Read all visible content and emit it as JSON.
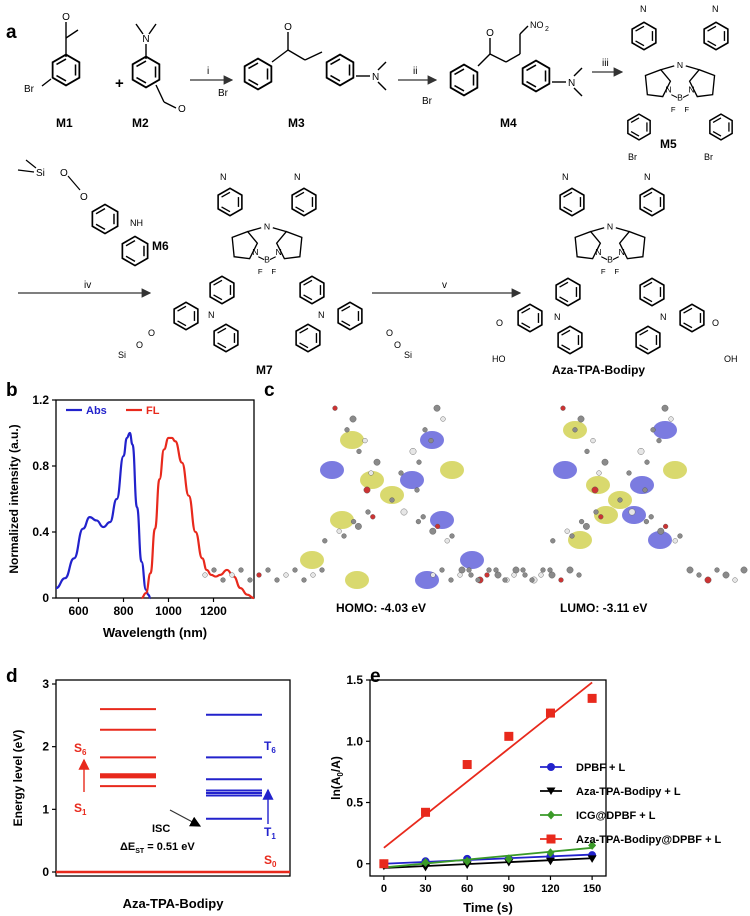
{
  "panels": {
    "a": {
      "letter": "a",
      "compounds": [
        "M1",
        "M2",
        "M3",
        "M4",
        "M5",
        "M6",
        "M7",
        "Aza-TPA-Bodipy"
      ],
      "steps": [
        "i",
        "ii",
        "iii",
        "iv",
        "v"
      ],
      "plus": "+"
    },
    "b": {
      "letter": "b",
      "legend": [
        "Abs",
        "FL"
      ],
      "ylabel": "Normalized intensity (a.u.)",
      "xlabel": "Wavelength (nm)",
      "xticks": [
        "600",
        "800",
        "1000",
        "1200"
      ],
      "yticks": [
        "0",
        "0.4",
        "0.8",
        "1.2"
      ]
    },
    "c": {
      "letter": "c",
      "homo": "HOMO: -4.03 eV",
      "lumo": "LUMO: -3.11 eV"
    },
    "d": {
      "letter": "d",
      "ylabel": "Energy level (eV)",
      "xlabel": "Aza-TPA-Bodipy",
      "yticks": [
        "0",
        "1",
        "2",
        "3"
      ],
      "isc": "ISC",
      "dest": "ΔE",
      "dest_sub": "ST",
      "dest_val": " = 0.51 eV",
      "s6": "S",
      "s6_sub": "6",
      "s1": "S",
      "s1_sub": "1",
      "s0": "S",
      "s0_sub": "0",
      "t6": "T",
      "t6_sub": "6",
      "t1": "T",
      "t1_sub": "1"
    },
    "e": {
      "letter": "e",
      "ylabel": "ln(A",
      "ylabel_sub": "0",
      "ylabel_end": "/A)",
      "xlabel": "Time (s)"
    }
  },
  "colors": {
    "blue": "#2222cc",
    "red": "#e8291c",
    "green": "#3a9a28",
    "black": "#000000"
  },
  "chart_data": [
    {
      "type": "line",
      "panel": "b",
      "xlabel": "Wavelength (nm)",
      "ylabel": "Normalized intensity (a.u.)",
      "xlim": [
        500,
        1380
      ],
      "ylim": [
        0,
        1.2
      ],
      "series": [
        {
          "name": "Abs",
          "color": "#2222cc",
          "x": [
            500,
            540,
            580,
            620,
            650,
            680,
            710,
            740,
            770,
            800,
            815,
            828,
            840,
            860,
            880,
            900,
            910,
            920
          ],
          "y": [
            0.06,
            0.12,
            0.24,
            0.42,
            0.49,
            0.47,
            0.43,
            0.46,
            0.6,
            0.86,
            0.97,
            1.0,
            0.93,
            0.55,
            0.22,
            0.05,
            0.02,
            0.0
          ]
        },
        {
          "name": "FL",
          "color": "#e8291c",
          "x": [
            880,
            900,
            920,
            940,
            960,
            980,
            1000,
            1015,
            1030,
            1060,
            1090,
            1120,
            1150,
            1170,
            1190,
            1210,
            1230,
            1260,
            1290,
            1320,
            1350,
            1380
          ],
          "y": [
            0.0,
            0.03,
            0.15,
            0.42,
            0.72,
            0.9,
            0.97,
            0.97,
            0.95,
            0.82,
            0.62,
            0.4,
            0.24,
            0.17,
            0.14,
            0.13,
            0.14,
            0.17,
            0.13,
            0.06,
            0.02,
            0.0
          ]
        }
      ]
    },
    {
      "type": "bar",
      "panel": "d",
      "ylabel": "Energy level (eV)",
      "ylim": [
        0,
        3
      ],
      "singlet_levels": [
        1.37,
        1.51,
        1.54,
        1.56,
        1.83,
        2.27,
        2.6
      ],
      "triplet_levels": [
        0.85,
        1.22,
        1.26,
        1.3,
        1.48,
        1.83,
        2.51
      ],
      "s0_level": 0
    },
    {
      "type": "scatter",
      "panel": "e",
      "xlabel": "Time (s)",
      "ylabel": "ln(A0/A)",
      "x": [
        0,
        30,
        60,
        90,
        120,
        150
      ],
      "xlim": [
        -10,
        160
      ],
      "ylim": [
        -0.1,
        1.5
      ],
      "xticks": [
        0,
        30,
        60,
        90,
        120,
        150
      ],
      "yticks": [
        0,
        0.5,
        1.0,
        1.5
      ],
      "series": [
        {
          "name": "DPBF + L",
          "color": "#2222cc",
          "marker": "circle",
          "y": [
            0.0,
            0.02,
            0.04,
            0.04,
            0.06,
            0.07
          ],
          "fit": [
            0.0,
            0.075
          ]
        },
        {
          "name": "Aza-TPA-Bodipy + L",
          "color": "#000000",
          "marker": "triangle-down",
          "y": [
            -0.02,
            -0.03,
            -0.01,
            0.01,
            0.02,
            0.04
          ],
          "fit": [
            -0.035,
            0.045
          ]
        },
        {
          "name": "ICG@DPBF + L",
          "color": "#3a9a28",
          "marker": "diamond",
          "y": [
            0.0,
            0.01,
            0.02,
            0.04,
            0.09,
            0.15
          ],
          "fit": [
            -0.03,
            0.13
          ]
        },
        {
          "name": "Aza-TPA-Bodipy@DPBF + L",
          "color": "#e8291c",
          "marker": "square",
          "y": [
            0.0,
            0.42,
            0.81,
            1.04,
            1.23,
            1.35
          ],
          "fit": [
            0.13,
            1.48
          ]
        }
      ]
    }
  ]
}
